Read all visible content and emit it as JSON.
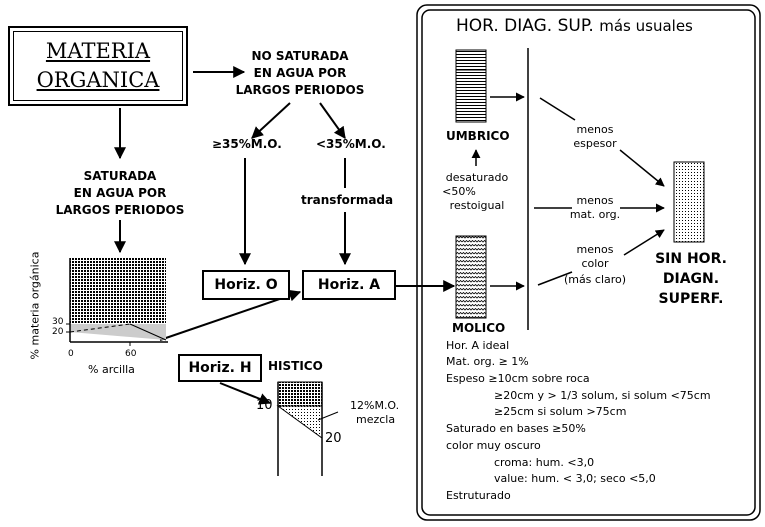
{
  "materia": {
    "line1": "MATERIA",
    "line2": "ORGANICA"
  },
  "no_saturada": {
    "line1": "NO SATURADA",
    "line2": "EN AGUA POR",
    "line3": "LARGOS PERIODOS"
  },
  "saturada": {
    "line1": "SATURADA",
    "line2": "EN AGUA POR",
    "line3": "LARGOS PERIODOS"
  },
  "mo_high": "≥35%M.O.",
  "mo_low": "<35%M.O.",
  "transformada": "transformada",
  "horiz_o": "Horiz. O",
  "horiz_a": "Horiz. A",
  "horiz_h": "Horiz. H",
  "histico": "HISTICO",
  "graph": {
    "ylabel": "% materia orgánica",
    "xlabel": "% arcilla",
    "y_ticks": [
      "30",
      "20"
    ],
    "x_ticks": [
      "0",
      "60"
    ]
  },
  "histico_col": {
    "top": "10",
    "bottom": "20",
    "note1": "12%M.O.",
    "note2": "mezcla"
  },
  "panel": {
    "title_main": "HOR. DIAG. SUP.",
    "title_sub": "más usuales",
    "umbrico": "UMBRICO",
    "molico": "MOLICO",
    "desat1": "desaturado",
    "desat2": "<50%",
    "desat3": "restoigual",
    "menos_esp1": "menos",
    "menos_esp2": "espesor",
    "menos_mat1": "menos",
    "menos_mat2": "mat. org.",
    "menos_col1": "menos",
    "menos_col2": "color",
    "menos_col3": "(más claro)",
    "sin1": "SIN HOR.",
    "sin2": "DIAGN.",
    "sin3": "SUPERF.",
    "molico_props": [
      "Hor. A ideal",
      "Mat. org. ≥ 1%",
      "Espeso ≥10cm sobre roca",
      "≥20cm  y > 1/3 solum, si solum <75cm",
      "≥25cm  si solum >75cm",
      "Saturado en bases ≥50%",
      "color muy oscuro",
      "croma: hum. <3,0",
      "value:  hum. < 3,0;  seco <5,0",
      "Estruturado"
    ]
  }
}
